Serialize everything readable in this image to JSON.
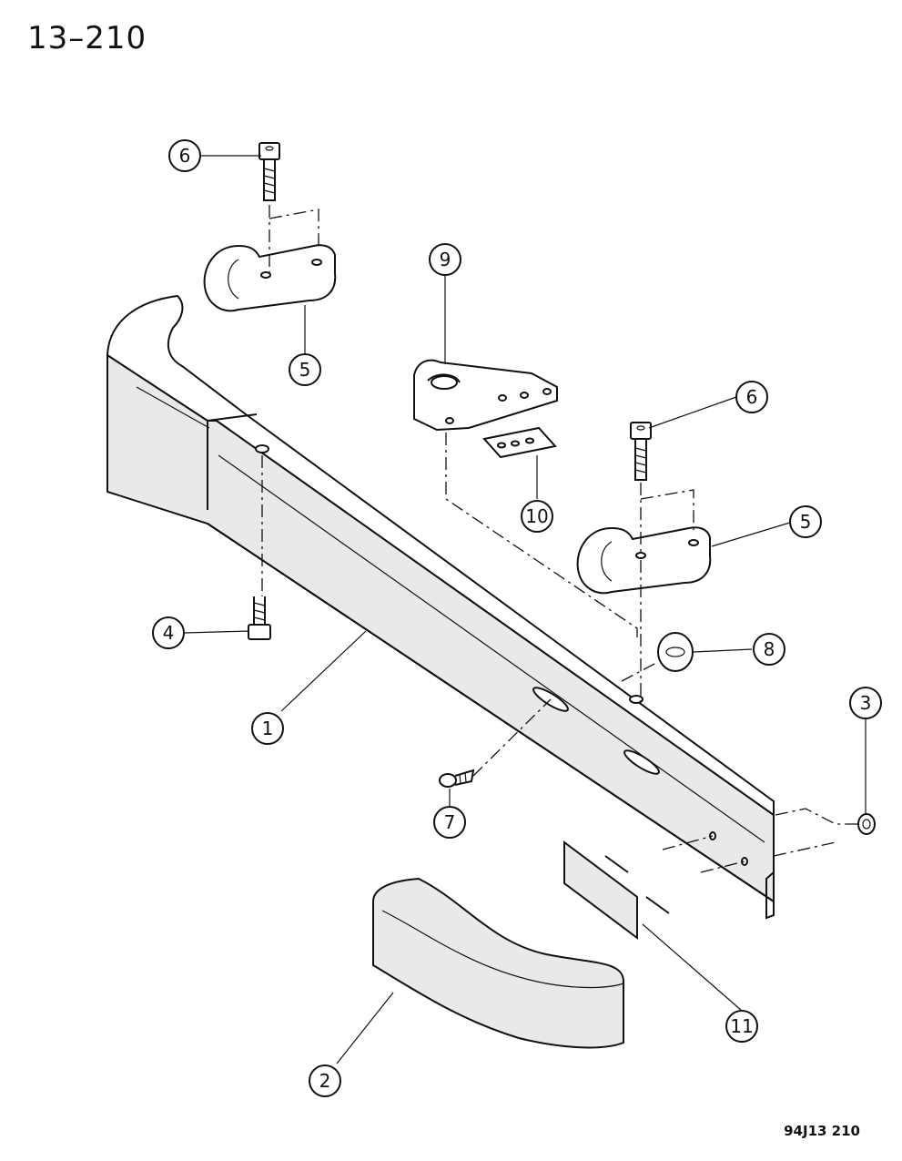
{
  "page_number": "13–210",
  "figure_code": "94J13 210",
  "callouts": [
    {
      "id": "1",
      "label": "1"
    },
    {
      "id": "2",
      "label": "2"
    },
    {
      "id": "3",
      "label": "3"
    },
    {
      "id": "4",
      "label": "4"
    },
    {
      "id": "5a",
      "label": "5"
    },
    {
      "id": "5b",
      "label": "5"
    },
    {
      "id": "6a",
      "label": "6"
    },
    {
      "id": "6b",
      "label": "6"
    },
    {
      "id": "7",
      "label": "7"
    },
    {
      "id": "8",
      "label": "8"
    },
    {
      "id": "9",
      "label": "9"
    },
    {
      "id": "10",
      "label": "10"
    },
    {
      "id": "11",
      "label": "11"
    }
  ]
}
